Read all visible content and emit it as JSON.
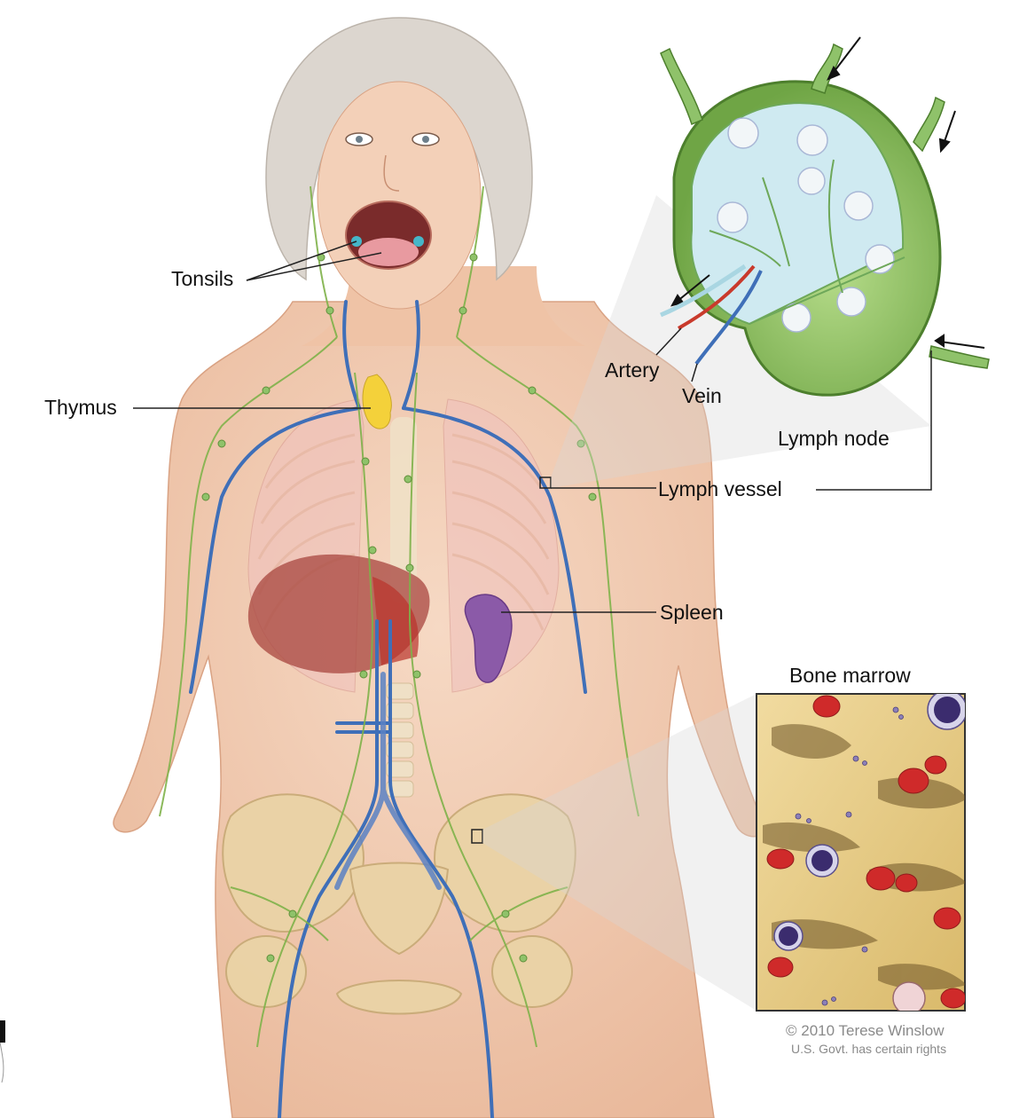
{
  "labels": {
    "tonsils": "Tonsils",
    "thymus": "Thymus",
    "artery": "Artery",
    "vein": "Vein",
    "lymph_node": "Lymph node",
    "lymph_vessel": "Lymph vessel",
    "spleen": "Spleen",
    "bone_marrow": "Bone marrow"
  },
  "credit": {
    "line1": "© 2010 Terese Winslow",
    "line2": "U.S. Govt. has certain rights"
  },
  "colors": {
    "skin": "#f2cdb4",
    "hair": "#d9d3cc",
    "lymph_green": "#7fb24a",
    "vein_blue": "#3f6fb8",
    "artery_red": "#c93a2c",
    "thymus_yellow": "#f4d13a",
    "spleen_purple": "#8b5aa8",
    "liver": "#a8453f",
    "bone": "#e9d4a8",
    "node_green": "#8fc26a",
    "marrow_bg": "#e8cf8a",
    "red_cell": "#cf2a2a"
  }
}
